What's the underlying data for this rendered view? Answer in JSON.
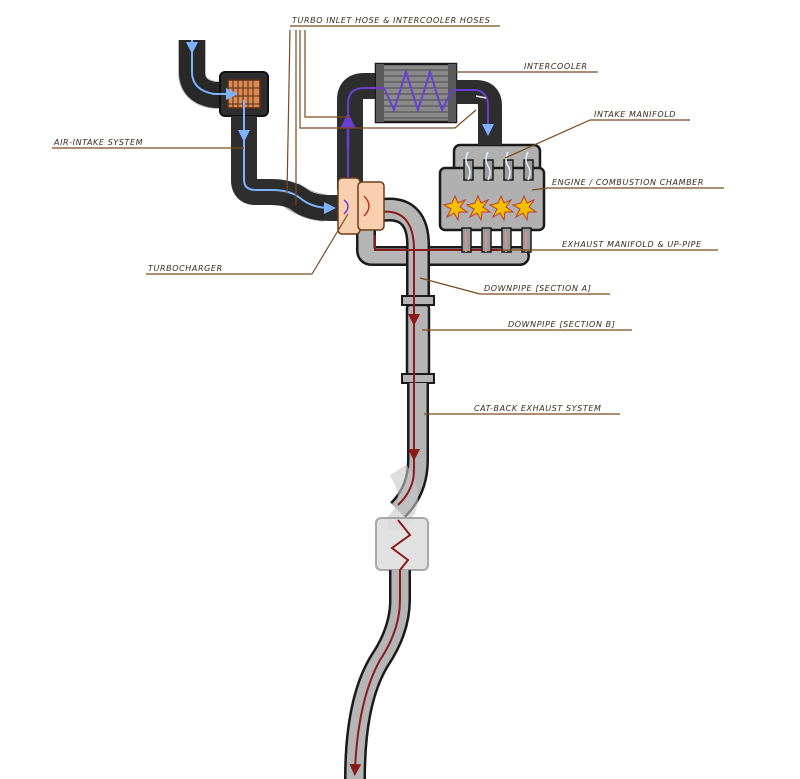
{
  "labels": {
    "turbo_inlet_hoses": "TURBO INLET HOSE & INTERCOOLER HOSES",
    "intercooler": "INTERCOOLER",
    "intake_manifold": "INTAKE MANIFOLD",
    "air_intake": "AIR-INTAKE SYSTEM",
    "engine": "ENGINE / COMBUSTION CHAMBER",
    "exhaust_manifold": "EXHAUST MANIFOLD & UP-PIPE",
    "turbocharger": "TURBOCHARGER",
    "downpipe_a": "DOWNPIPE  [SECTION A]",
    "downpipe_b": "DOWNPIPE  [SECTION B]",
    "catback": "CAT-BACK EXHAUST SYSTEM"
  },
  "colors": {
    "intake_pipe": "#2e2e2e",
    "intake_flow": "#7fb2ff",
    "boost_flow": "#6a3fd0",
    "exhaust_pipe": "#b5b5b5",
    "exhaust_flow": "#8b1a1a",
    "turbo": "#f8d0b0",
    "leader": "#7a4a1a",
    "engine": "#b0b0b0",
    "combustion": "#f5c000"
  }
}
